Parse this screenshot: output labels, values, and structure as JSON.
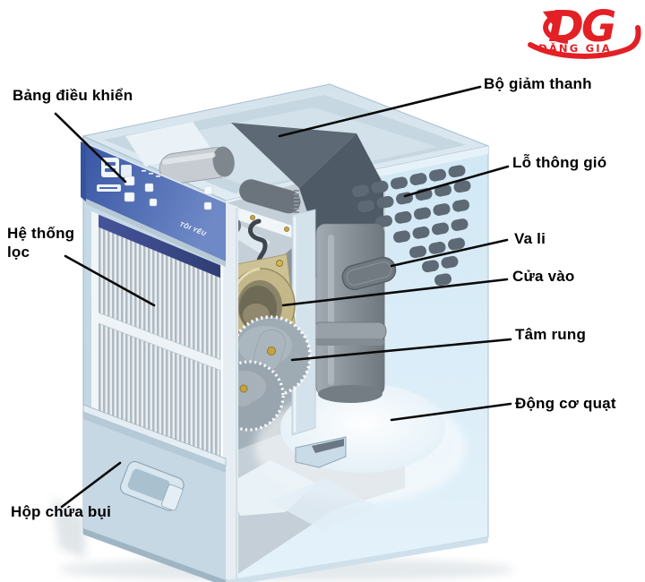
{
  "brand": {
    "initials": "DG",
    "name": "ĐẶNG GIA"
  },
  "machine": {
    "control_panel_brand": "TÔI YÊU"
  },
  "labels": {
    "control_panel": "Bảng điều khiển",
    "silencer": "Bộ giảm thanh",
    "vent_holes": "Lỗ thông gió",
    "valve": "Va li",
    "inlet": "Cửa vào",
    "vibration_center": "Tâm rung",
    "fan_motor": "Động cơ quạt",
    "filter_system": "Hệ thống lọc",
    "dust_box": "Hộp chứa bụi"
  },
  "colors": {
    "page_bg": "#ffffff",
    "label_color": "#000000",
    "brand_red": "#e32025",
    "cabinet_light_blue": "#d6eaf6",
    "cabinet_front_blue": "#c6d8e4",
    "panel_blue": "#3f63ae",
    "vent_slot_gray": "#5d6974",
    "pipe_gray": "#8a939a",
    "brass": "#c4b88b",
    "leader_line": "#0a0a0a"
  }
}
